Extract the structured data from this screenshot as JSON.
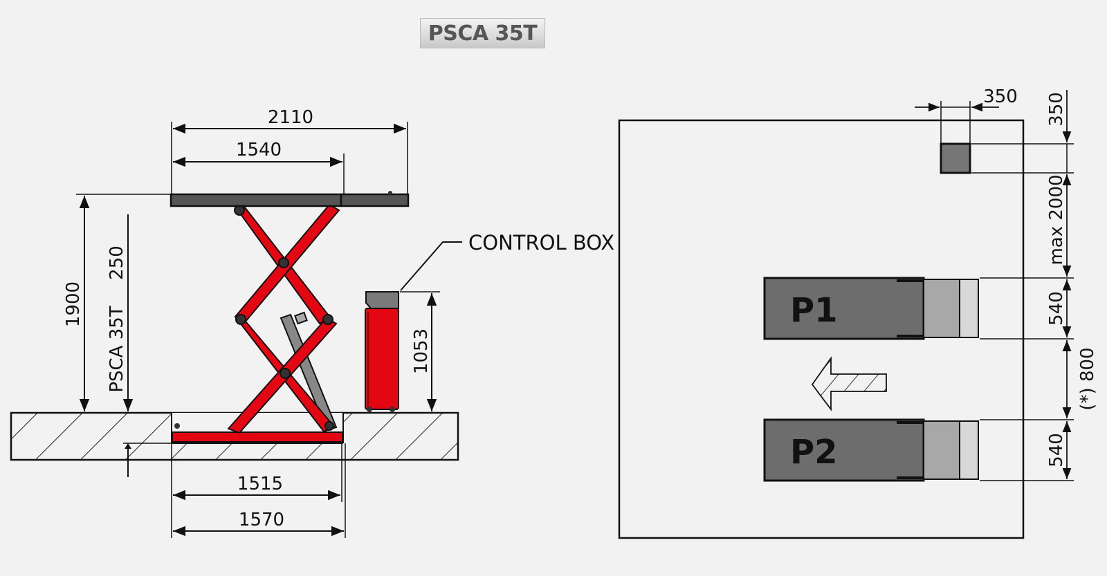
{
  "title": "PSCA 35T",
  "colors": {
    "frame": "#e30613",
    "platform": "#555555",
    "background": "#f2f2f2",
    "line": "#111111"
  },
  "side_view": {
    "dim_top_total": "2110",
    "dim_top_inner": "1540",
    "dim_height": "1900",
    "dim_lowered": "250",
    "model_vertical_label": "PSCA 35T",
    "dim_base_inner": "1515",
    "dim_base_outer": "1570",
    "control_box_label": "CONTROL BOX",
    "control_box_height": "1053"
  },
  "plan_view": {
    "dim_box_width": "350",
    "dim_box_depth": "350",
    "dim_max_distance": "max 2000",
    "dim_platform_width_1": "540",
    "dim_gap": "(*) 800",
    "dim_platform_width_2": "540",
    "platform_1_label": "P1",
    "platform_2_label": "P2",
    "direction_arrow": "left-arrow-icon"
  }
}
